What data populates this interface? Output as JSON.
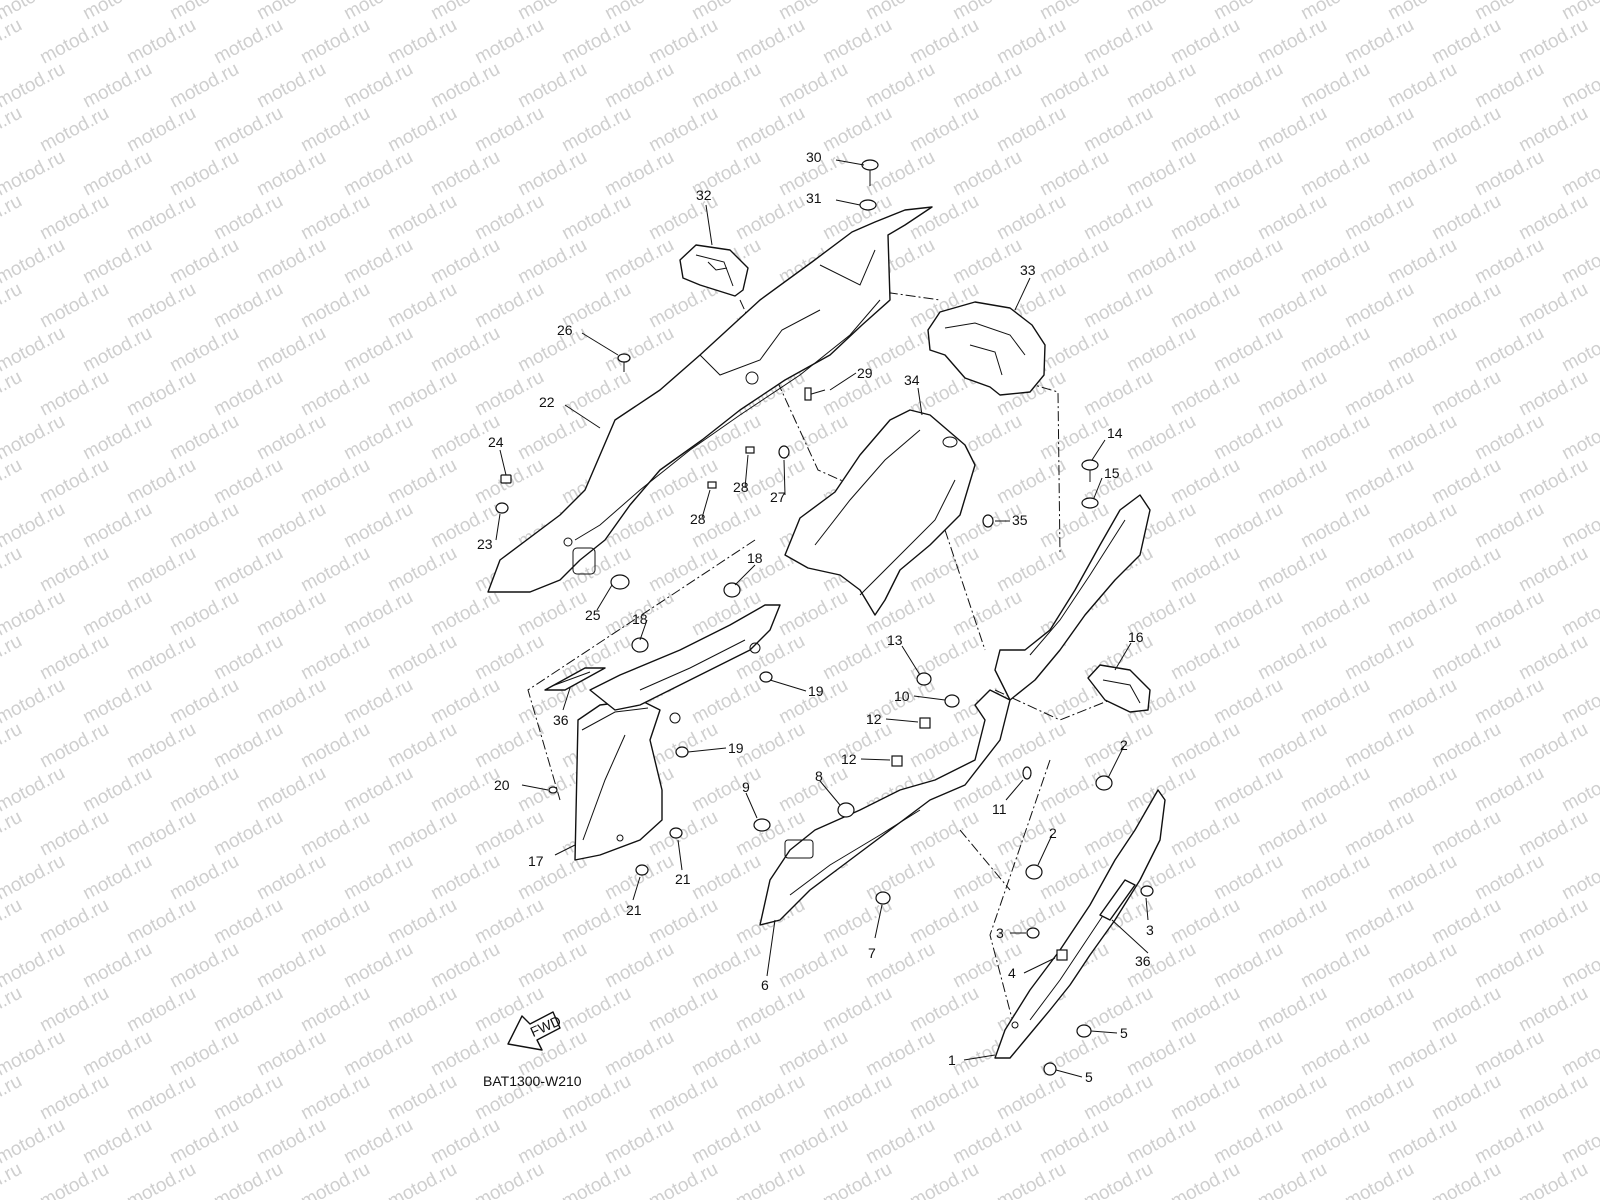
{
  "diagram": {
    "watermark_text": "motod.ru",
    "drawing_code": "BAT1300-W210",
    "fwd_label": "FWD",
    "callouts": [
      {
        "label": "30"
      },
      {
        "label": "31"
      },
      {
        "label": "32"
      },
      {
        "label": "33"
      },
      {
        "label": "26"
      },
      {
        "label": "29"
      },
      {
        "label": "34"
      },
      {
        "label": "22"
      },
      {
        "label": "24"
      },
      {
        "label": "14"
      },
      {
        "label": "15"
      },
      {
        "label": "28"
      },
      {
        "label": "27"
      },
      {
        "label": "28"
      },
      {
        "label": "35"
      },
      {
        "label": "23"
      },
      {
        "label": "25"
      },
      {
        "label": "18"
      },
      {
        "label": "18"
      },
      {
        "label": "13"
      },
      {
        "label": "16"
      },
      {
        "label": "19"
      },
      {
        "label": "10"
      },
      {
        "label": "36"
      },
      {
        "label": "12"
      },
      {
        "label": "19"
      },
      {
        "label": "12"
      },
      {
        "label": "2"
      },
      {
        "label": "20"
      },
      {
        "label": "9"
      },
      {
        "label": "8"
      },
      {
        "label": "11"
      },
      {
        "label": "17"
      },
      {
        "label": "21"
      },
      {
        "label": "2"
      },
      {
        "label": "21"
      },
      {
        "label": "7"
      },
      {
        "label": "3"
      },
      {
        "label": "3"
      },
      {
        "label": "36"
      },
      {
        "label": "6"
      },
      {
        "label": "4"
      },
      {
        "label": "5"
      },
      {
        "label": "1"
      },
      {
        "label": "5"
      }
    ]
  }
}
